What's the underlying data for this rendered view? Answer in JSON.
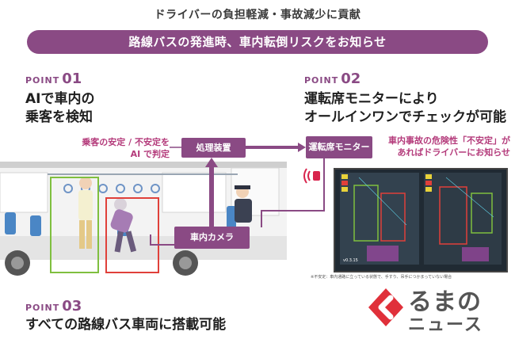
{
  "header": {
    "subtitle": "ドライバーの負担軽減・事故減少に貢献",
    "banner": "路線バスの発進時、車内転倒リスクをお知らせ"
  },
  "points": [
    {
      "label": "POINT",
      "number": "01",
      "line1": "AIで車内の",
      "line2": "乗客を検知"
    },
    {
      "label": "POINT",
      "number": "02",
      "line1": "運転席モニターにより",
      "line2": "オールインワンでチェックが可能"
    },
    {
      "label": "POINT",
      "number": "03",
      "line1": "すべての路線バス車両に搭載可能",
      "line2": ""
    }
  ],
  "annotations": {
    "ai_judge_line1": "乗客の安定 / 不安定を",
    "ai_judge_line2": "AI で判定",
    "alert_line1": "車内事故の危険性「不安定」が",
    "alert_line2": "あればドライバーにお知らせ"
  },
  "boxes": {
    "processor": "処理装置",
    "driver_monitor": "運転席モニター",
    "camera": "車内カメラ"
  },
  "monitor": {
    "version": "v0.3.15"
  },
  "footnote": "※不安定：車内通路に立っている状態で、手すり、吊手につかまっていない場合",
  "logo": {
    "line1": "るまの",
    "line2": "ニュース"
  },
  "colors": {
    "brand_purple": "#8a4a84",
    "accent_pink": "#b43b7b",
    "frame_green": "#7fbf3f",
    "frame_red": "#e0403a"
  }
}
